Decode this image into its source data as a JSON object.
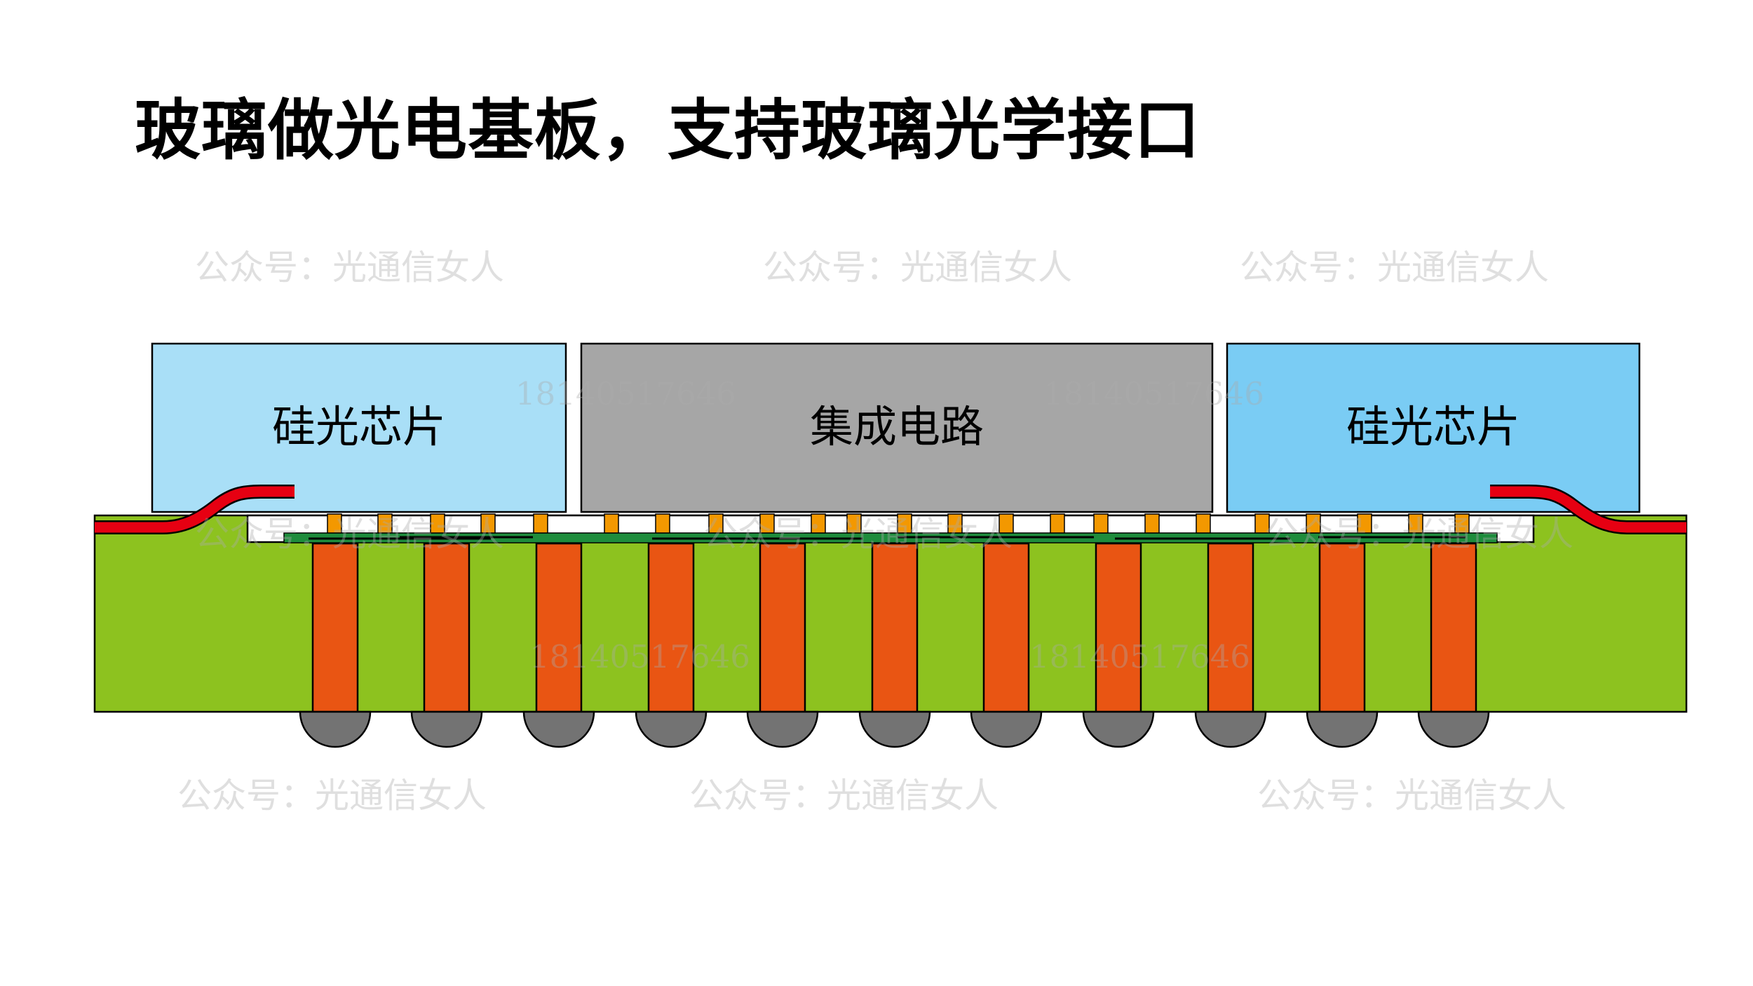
{
  "title": "玻璃做光电基板，支持玻璃光学接口",
  "labels": {
    "chip_left": "硅光芯片",
    "ic": "集成电路",
    "chip_right": "硅光芯片"
  },
  "watermarks": {
    "account": "公众号：光通信女人",
    "phone": "18140517646"
  },
  "colors": {
    "substrate": "#8DC21F",
    "via": "#E95513",
    "waveguide": "#E60012",
    "bump": "#F39800",
    "rdl": "#1E8C3C",
    "solder_ball": "#737373",
    "chip_left": "#A9DFF7",
    "ic": "#A6A6A6",
    "chip_right": "#7ACCF4"
  }
}
